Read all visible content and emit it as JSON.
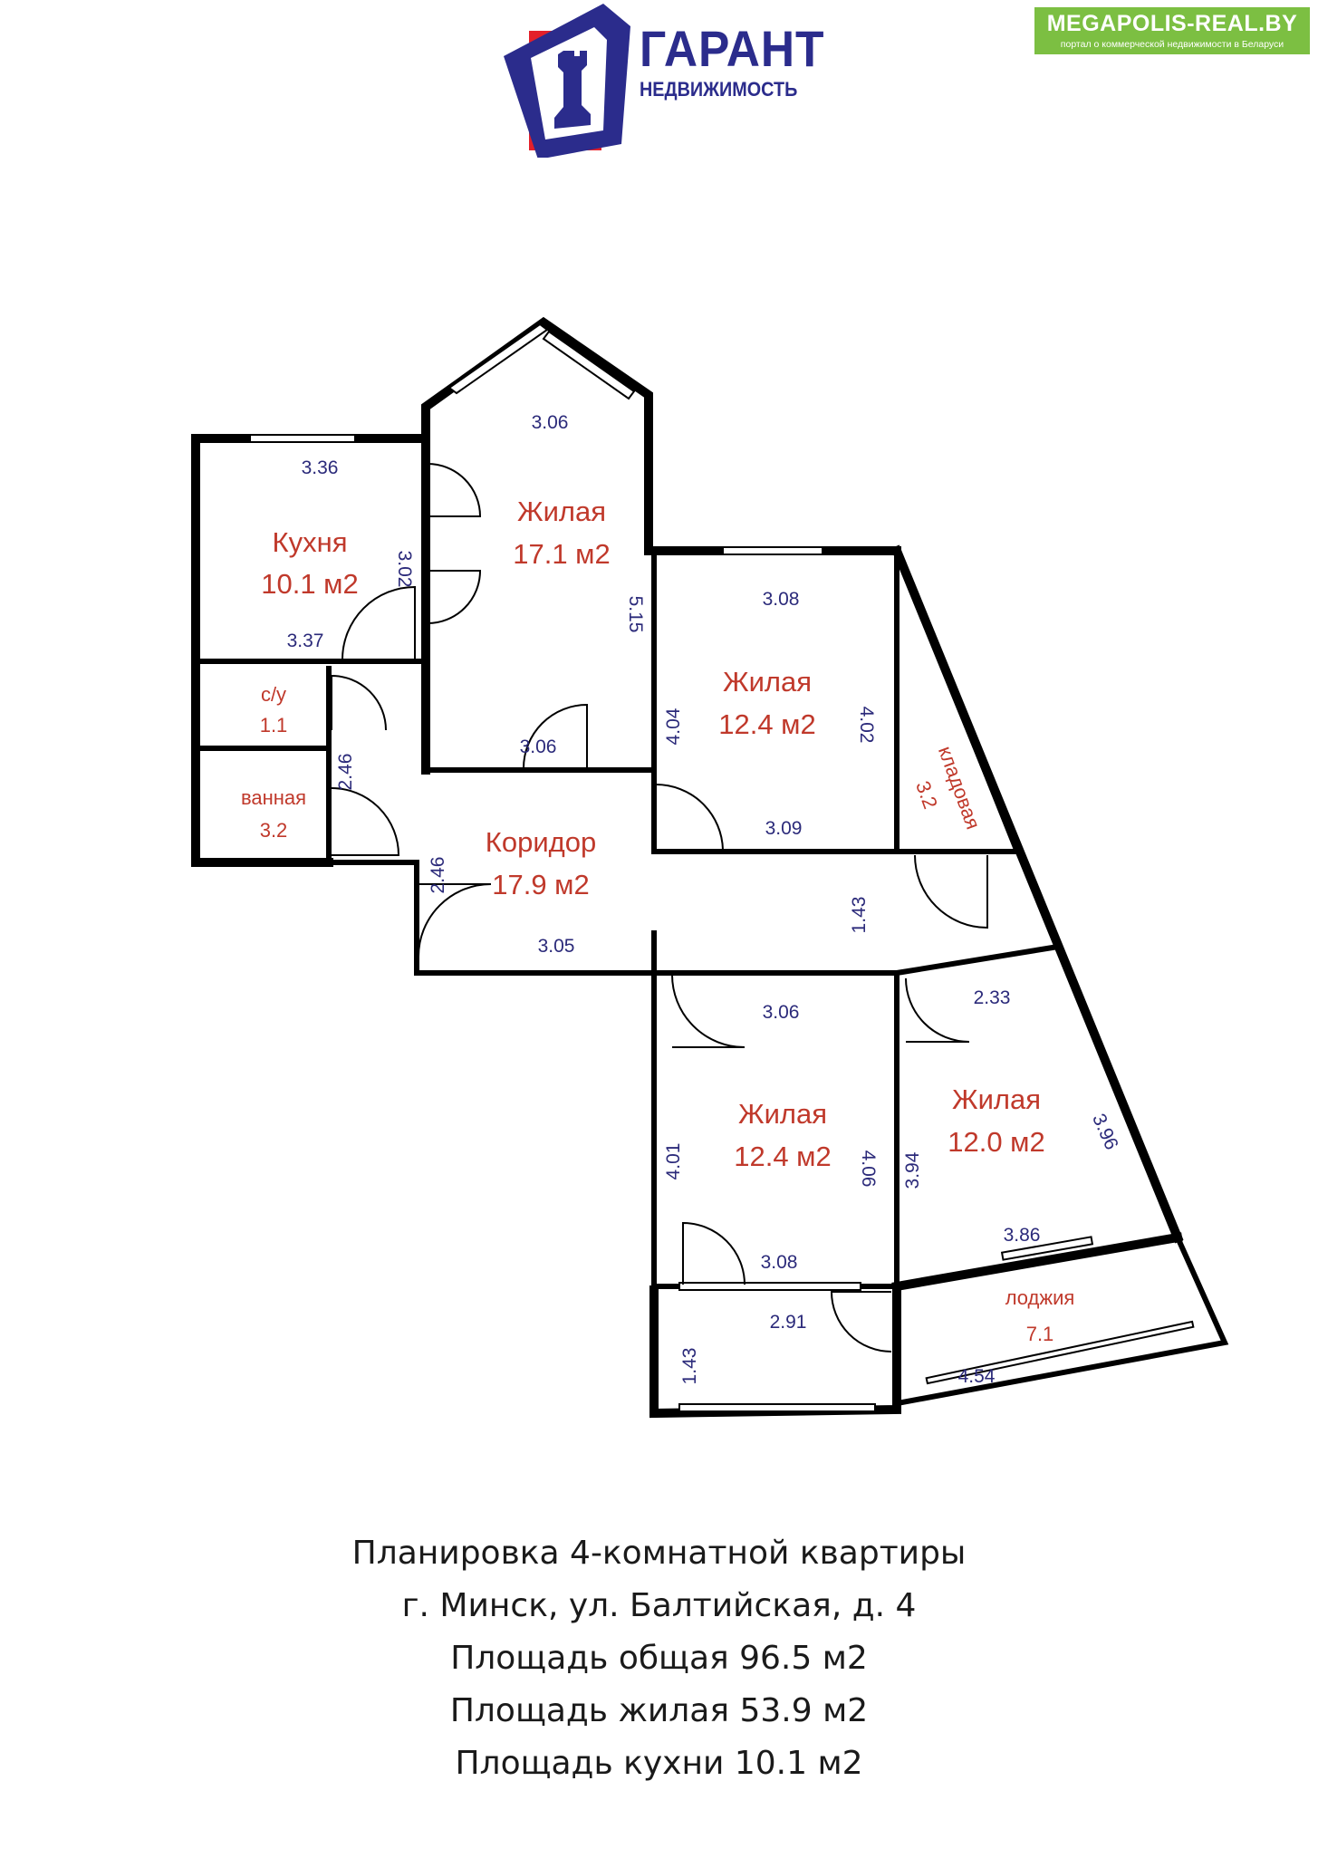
{
  "logo": {
    "title": "ГАРАНТ",
    "subtitle": "НЕДВИЖИМОСТЬ"
  },
  "badge": {
    "name": "MEGAPOLIS-REAL.BY",
    "tagline": "портал о коммерческой недвижимости в Беларуси",
    "color": "#7cbf42"
  },
  "colors": {
    "room_label": "#c0392b",
    "dimension": "#2b2a7a",
    "wall": "#000000",
    "logo_blue": "#2b2c8c",
    "logo_red": "#e3202a"
  },
  "rooms": {
    "kitchen": {
      "name": "Кухня",
      "area": "10.1 м2"
    },
    "living1": {
      "name": "Жилая",
      "area": "17.1 м2"
    },
    "living2": {
      "name": "Жилая",
      "area": "12.4 м2"
    },
    "storage": {
      "name": "кладовая",
      "area": "3.2"
    },
    "wc": {
      "name": "с/у",
      "area": "1.1"
    },
    "bath": {
      "name": "ванная",
      "area": "3.2"
    },
    "corridor": {
      "name": "Коридор",
      "area": "17.9 м2"
    },
    "living3": {
      "name": "Жилая",
      "area": "12.4 м2"
    },
    "living4": {
      "name": "Жилая",
      "area": "12.0 м2"
    },
    "loggia": {
      "name": "лоджия",
      "area": "7.1"
    }
  },
  "dims": {
    "kitchen_top": "3.36",
    "kitchen_right": "3.02",
    "kitchen_bottom": "3.37",
    "living1_top": "3.06",
    "living1_right": "5.15",
    "living1_bottom": "3.06",
    "living2_top": "3.08",
    "living2_left": "4.04",
    "living2_right": "4.02",
    "living2_bottom": "3.09",
    "bath_right": "2.46",
    "corridor_left": "2.46",
    "corridor_bottom": "3.05",
    "corridor_right": "1.43",
    "living3_top": "3.06",
    "living3_left": "4.01",
    "living3_right": "4.06",
    "living3_bottom": "3.08",
    "living4_top": "2.33",
    "living4_left": "3.94",
    "living4_right": "3.96",
    "living4_bottom": "3.86",
    "balcony_top": "2.91",
    "balcony_left": "1.43",
    "loggia_bottom": "4.54"
  },
  "caption": [
    "Планировка 4-комнатной квартиры",
    "г. Минск, ул. Балтийская, д. 4",
    "Площадь общая 96.5 м2",
    "Площадь жилая 53.9 м2",
    "Площадь кухни 10.1 м2"
  ]
}
